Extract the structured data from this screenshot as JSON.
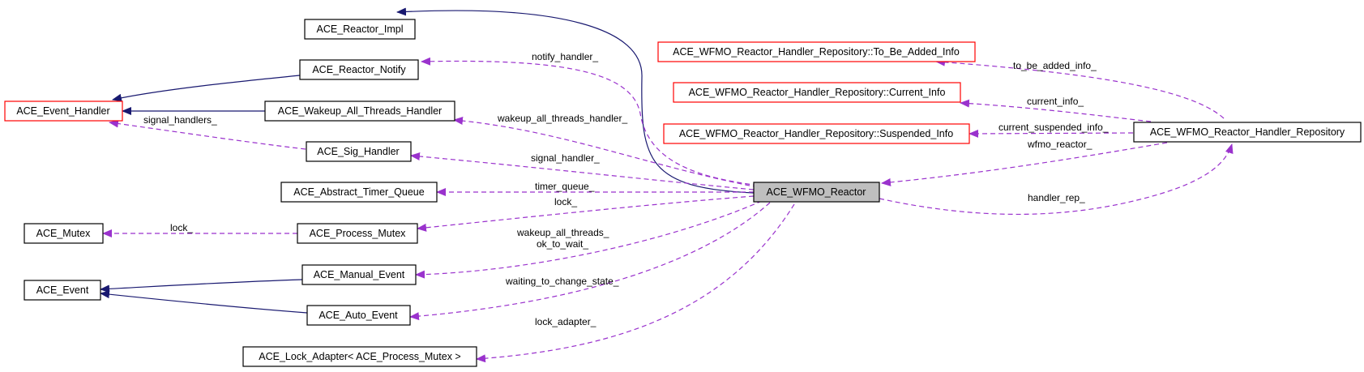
{
  "diagram": {
    "colors": {
      "inheritance": "#191970",
      "usage": "#9a32cd",
      "focus_fill": "#bfbfbf",
      "red_border": "#ff0000"
    },
    "nodes": {
      "reactor_impl": "ACE_Reactor_Impl",
      "reactor_notify": "ACE_Reactor_Notify",
      "event_handler": "ACE_Event_Handler",
      "wakeup_handler": "ACE_Wakeup_All_Threads_Handler",
      "sig_handler": "ACE_Sig_Handler",
      "timer_queue": "ACE_Abstract_Timer_Queue",
      "mutex": "ACE_Mutex",
      "process_mutex": "ACE_Process_Mutex",
      "event": "ACE_Event",
      "manual_event": "ACE_Manual_Event",
      "auto_event": "ACE_Auto_Event",
      "lock_adapter": "ACE_Lock_Adapter< ACE_Process_Mutex >",
      "wfmo_reactor": "ACE_WFMO_Reactor",
      "to_be_added": "ACE_WFMO_Reactor_Handler_Repository::To_Be_Added_Info",
      "current_info": "ACE_WFMO_Reactor_Handler_Repository::Current_Info",
      "suspended_info": "ACE_WFMO_Reactor_Handler_Repository::Suspended_Info",
      "handler_repo": "ACE_WFMO_Reactor_Handler_Repository"
    },
    "edge_labels": {
      "notify_handler": "notify_handler_",
      "wakeup_all_threads_handler": "wakeup_all_threads_handler_",
      "signal_handlers": "signal_handlers_",
      "signal_handler": "signal_handler_",
      "timer_queue": "timer_queue_",
      "lock_wfmo": "lock_",
      "lock_mutex": "lock_",
      "wakeup_all_threads": "wakeup_all_threads_",
      "ok_to_wait": "ok_to_wait_",
      "waiting_to_change_state": "waiting_to_change_state_",
      "lock_adapter": "lock_adapter_",
      "to_be_added_info": "to_be_added_info_",
      "current_info": "current_info_",
      "current_suspended_info": "current_suspended_info_",
      "wfmo_reactor": "wfmo_reactor_",
      "handler_rep": "handler_rep_"
    }
  }
}
